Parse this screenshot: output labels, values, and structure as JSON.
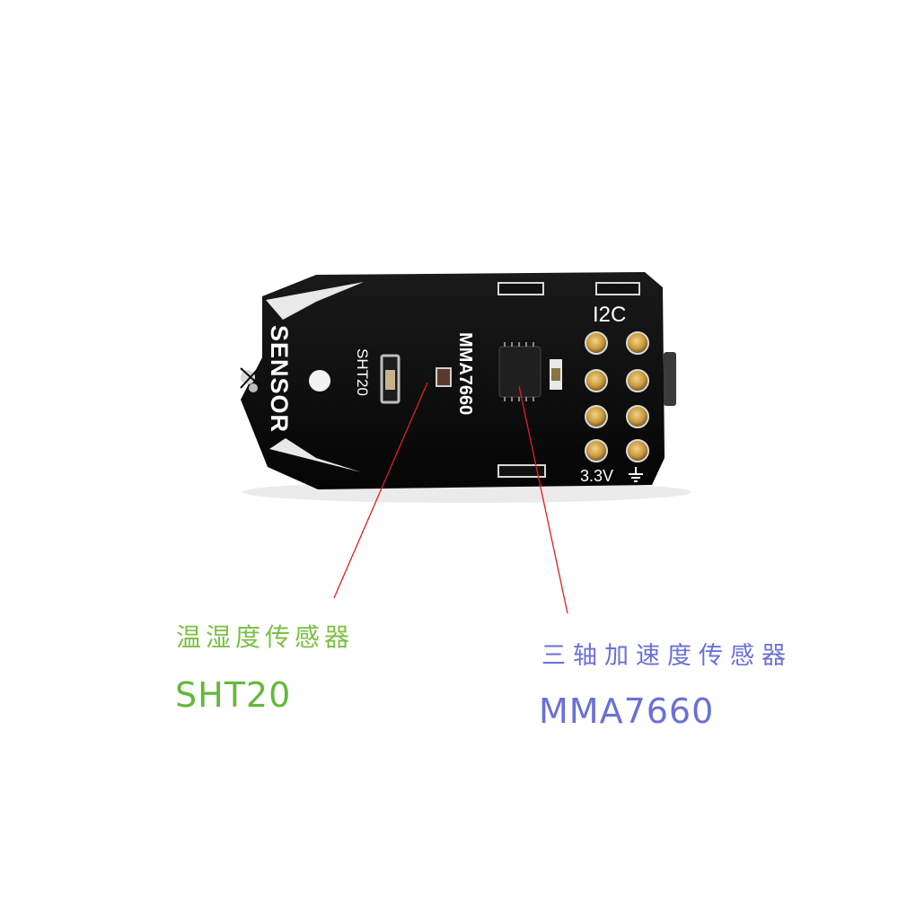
{
  "board": {
    "silk_brand": "SENSOR",
    "silk_sht": "SHT20",
    "silk_mma": "MMA7660",
    "silk_bus": "I2C",
    "silk_voltage": "3.3V",
    "colors": {
      "pcb": "#0a0a0a",
      "silk": "#ffffff",
      "header_gold": "#c99a3c",
      "edge": "#f3f3f3"
    }
  },
  "annotations": {
    "sht20": {
      "label_cn": "温湿度传感器",
      "label_en": "SHT20",
      "color": "#63b93b"
    },
    "mma7660": {
      "label_cn": "三轴加速度传感器",
      "label_en": "MMA7660",
      "color": "#6a70d8"
    },
    "pointer_color": "#e02020"
  }
}
